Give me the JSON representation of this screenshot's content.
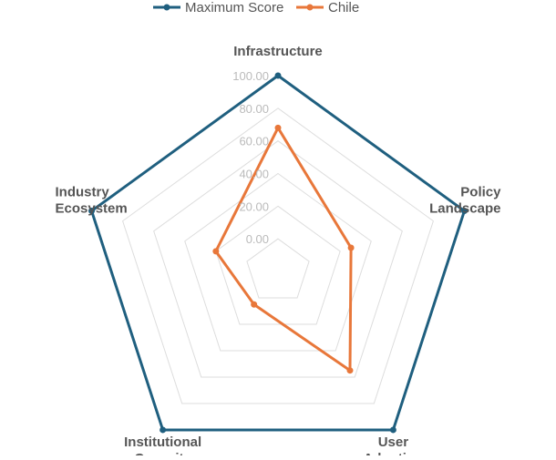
{
  "chart_data": {
    "type": "radar",
    "axes": [
      "Infrastructure",
      "Policy Landscape",
      "User Adoption",
      "Institutional Capacity",
      "Industry Ecosystem"
    ],
    "axis_label_lines": [
      [
        "Infrastructure"
      ],
      [
        "Policy",
        "Landscape"
      ],
      [
        "User",
        "Adoption"
      ],
      [
        "Institutional",
        "Capacity"
      ],
      [
        "Industry",
        "Ecosystem"
      ]
    ],
    "range": [
      -20,
      100
    ],
    "ticks": [
      "0.00",
      "20.00",
      "40.00",
      "60.00",
      "80.00",
      "100.00"
    ],
    "tick_values": [
      0,
      20,
      40,
      60,
      80,
      100
    ],
    "grid": true,
    "legend_position": "top",
    "series": [
      {
        "name": "Maximum Score",
        "color": "#1f5f7f",
        "values": [
          100,
          100,
          100,
          100,
          100
        ]
      },
      {
        "name": "Chile",
        "color": "#e8773a",
        "values": [
          68,
          27,
          55,
          5,
          20
        ]
      }
    ]
  }
}
